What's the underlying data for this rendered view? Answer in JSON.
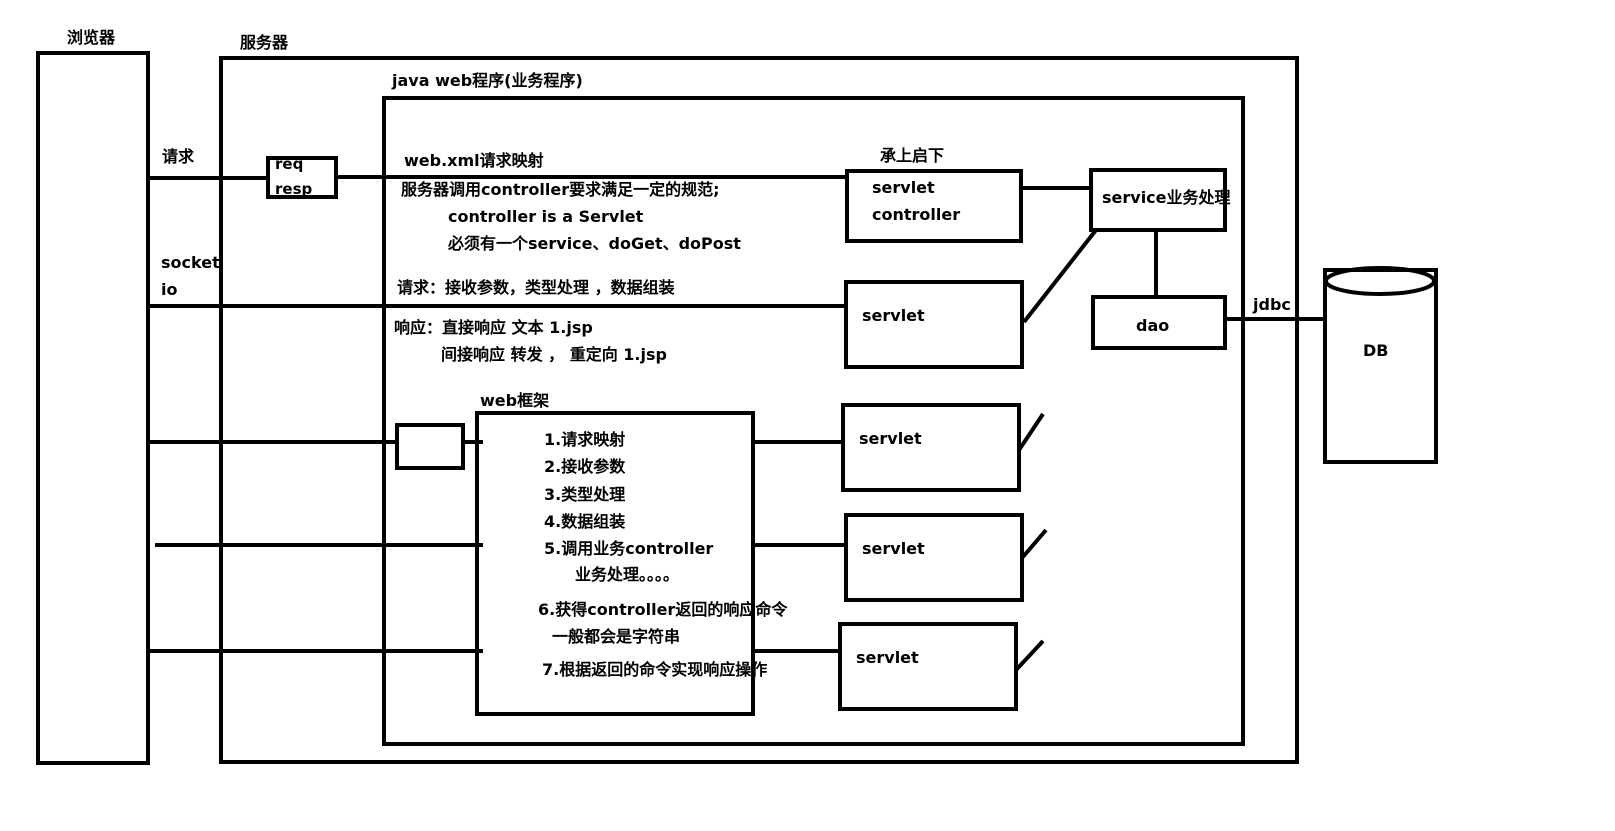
{
  "labels": {
    "browser": "浏览器",
    "server": "服务器",
    "java_web_app": "java web程序(业务程序)",
    "request": "请求",
    "socket": "socket",
    "io": "io",
    "req": "req",
    "resp": "resp",
    "web_xml_mapping": "web.xml请求映射",
    "server_calls_controller": "服务器调用controller要求满足一定的规范;",
    "controller_is_servlet": "controller is a Servlet",
    "must_have_methods": "必须有一个service、doGet、doPost",
    "request_steps": "请求：接收参数，类型处理 ，数据组装",
    "response_direct": "响应：直接响应 文本 1.jsp",
    "response_indirect": "间接响应 转发 ， 重定向  1.jsp",
    "bridge": "承上启下",
    "servlet": "servlet",
    "controller": "controller",
    "service_processing": "service业务处理",
    "dao": "dao",
    "jdbc": "jdbc",
    "db": "DB",
    "web_framework": "web框架"
  },
  "framework_steps": [
    "1.请求映射",
    "2.接收参数",
    "3.类型处理",
    "4.数据组装",
    "5.调用业务controller",
    "业务处理。。。。",
    "6.获得controller返回的响应命令",
    "一般都会是字符串",
    "7.根据返回的命令实现响应操作"
  ]
}
